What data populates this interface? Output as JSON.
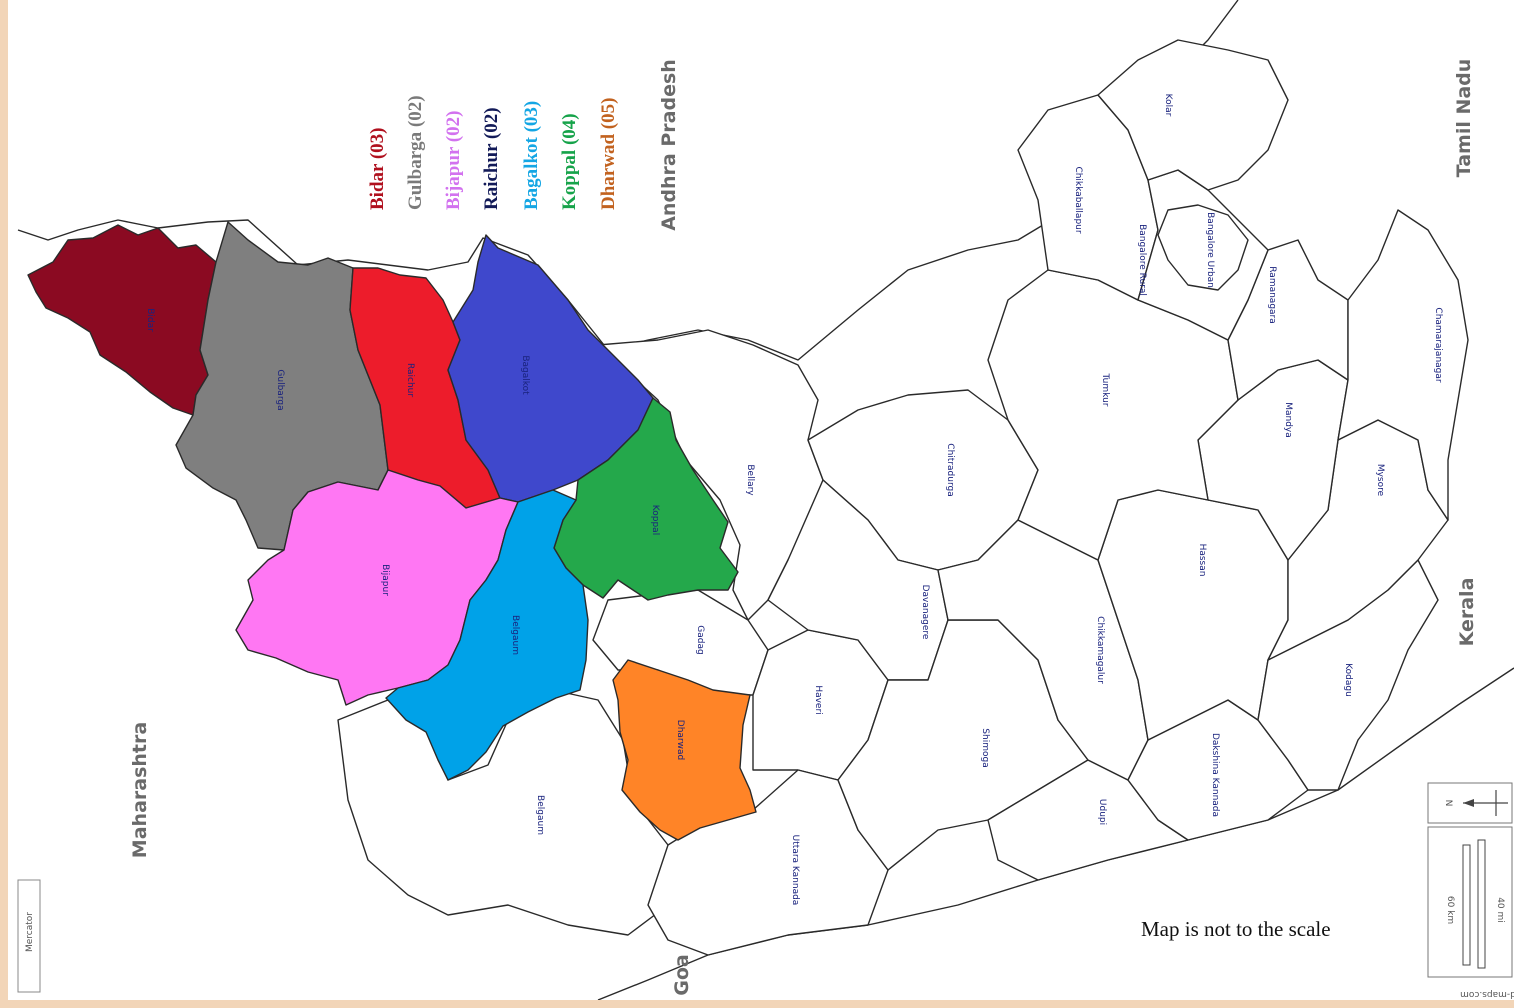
{
  "states": [
    "Andhra Pradesh",
    "Tamil Nadu",
    "Maharashtra",
    "Kerala",
    "Goa"
  ],
  "legend": [
    {
      "name": "Bidar",
      "count": "(03)",
      "color": "#b0101e"
    },
    {
      "name": "Gulbarga",
      "count": "(02)",
      "color": "#7a7a7a"
    },
    {
      "name": "Bijapur",
      "count": "(02)",
      "color": "#d272ef"
    },
    {
      "name": "Raichur",
      "count": "(02)",
      "color": "#121a58"
    },
    {
      "name": "Bagalkot",
      "count": "(03)",
      "color": "#14a6e4"
    },
    {
      "name": "Koppal",
      "count": "(04)",
      "color": "#16a34a"
    },
    {
      "name": "Dharwad",
      "count": "(05)",
      "color": "#c2621f"
    }
  ],
  "highlighted_districts": [
    {
      "name": "Bidar",
      "color": "#8b0a22"
    },
    {
      "name": "Gulbarga",
      "color": "#7f7f7f"
    },
    {
      "name": "Bijapur",
      "color": "#ff77f3"
    },
    {
      "name": "Raichur",
      "color": "#ed1c2b"
    },
    {
      "name": "Bagalkot",
      "color": "#3f48cc"
    },
    {
      "name": "Koppal",
      "color": "#24a84b"
    },
    {
      "name": "Dharwad",
      "color": "#ff8427"
    },
    {
      "name": "Belgaum",
      "color": "#00a2e8"
    }
  ],
  "other_districts": [
    "Bellary",
    "Gadag",
    "Haveri",
    "Belgaum",
    "Uttara Kannada",
    "Chitradurga",
    "Davanagere",
    "Shimoga",
    "Chikkamagalur",
    "Udupi",
    "Dakshina Kannada",
    "Hassan",
    "Kodagu",
    "Mysore",
    "Mandya",
    "Tumkur",
    "Ramanagara",
    "Chamarajanagar",
    "Chikkaballapur",
    "Bangalore Rural",
    "Bangalore Urban",
    "Kolar"
  ],
  "note": "Map is not to the scale",
  "scale": {
    "km": "60 km",
    "mi": "40 mi"
  },
  "compass": "N",
  "watermark": "d-maps.com",
  "control": "Mercator"
}
